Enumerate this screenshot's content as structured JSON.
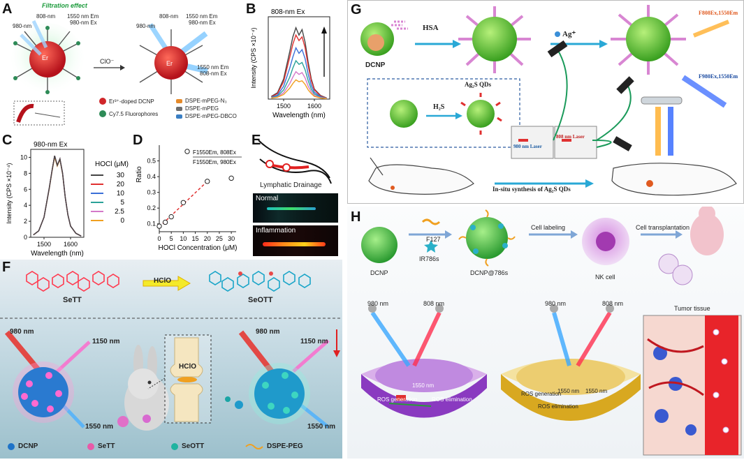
{
  "panelA": {
    "label": "A",
    "filtration": "Filtration effect",
    "wl808": "808-nm",
    "wl980": "980-nm",
    "em1550_ex980": [
      "1550 nm Em",
      "980-nm Ex"
    ],
    "em1550_ex808": [
      "1550 nm Em",
      "808-nm Ex"
    ],
    "reagent": "ClO⁻",
    "core": "Er",
    "legend": [
      {
        "label": "Er³⁺-doped DCNP",
        "color": "#d0262a"
      },
      {
        "label": "Cy7.5 Fluorophores",
        "color": "#2e8b57"
      },
      {
        "label": "DSPE-mPEG-N₃",
        "color": "#e58a2a"
      },
      {
        "label": "DSPE-mPEG",
        "color": "#6d6d6d"
      },
      {
        "label": "DSPE-mPEG-DBCO",
        "color": "#3a7fc4"
      }
    ]
  },
  "panelB": {
    "label": "B",
    "title": "808-nm Ex",
    "xlabel": "Wavelength (nm)",
    "ylabel": "Intensity (CPS ×10⁻⁴)",
    "xticks": [
      "1500",
      "1600"
    ]
  },
  "panelC": {
    "label": "C",
    "title": "980-nm Ex",
    "xlabel": "Wavelength (nm)",
    "ylabel": "Intensity (CPS ×10⁻⁴)",
    "legend_title": "HOCl (μM)",
    "xticks": [
      "1500",
      "1600"
    ],
    "yticks": [
      "0",
      "2",
      "4",
      "6",
      "8",
      "10"
    ]
  },
  "panelD": {
    "label": "D",
    "xlabel": "HOCl Concentration (μM)",
    "ylabel": "Ratio",
    "legend_num": "F1550Em, 808Ex",
    "legend_den": "F1550Em, 980Ex",
    "xticks": [
      "0",
      "5",
      "10",
      "15",
      "20",
      "25",
      "30"
    ],
    "yticks": [
      "0.1",
      "0.2",
      "0.3",
      "0.4",
      "0.5"
    ]
  },
  "panelE": {
    "label": "E",
    "caption": "Lymphatic Drainage",
    "normal": "Normal",
    "inflammation": "Inflammation"
  },
  "panelF": {
    "label": "F",
    "reagent": "HClO",
    "mol1": "SeTT",
    "mol2": "SeOTT",
    "wl980a": "980 nm",
    "wl1150a": "1150 nm",
    "wl1550a": "1550 nm",
    "wl980b": "980 nm",
    "wl1150b": "1150 nm",
    "wl1550b": "1550 nm",
    "joint": "HClO",
    "legend": [
      {
        "label": "DCNP",
        "color": "#1e73c8"
      },
      {
        "label": "SeTT",
        "color": "#e85aa8"
      },
      {
        "label": "SeOTT",
        "color": "#1fb3a0"
      },
      {
        "label": "DSPE-PEG",
        "color": "#f0a020"
      }
    ]
  },
  "panelG": {
    "label": "G",
    "dcnp": "DCNP",
    "hsa": "HSA",
    "ag": "Ag⁺",
    "h2s": "H₂S",
    "ag2s": "Ag₂S QDs",
    "laser980": "980 nm Laser",
    "laser808": "808 nm Laser",
    "insitu": "In-situ synthesis of Ag₂S QDs",
    "f808": "F808Ex,1550Em",
    "f980": "F980Ex,1550Em"
  },
  "panelH": {
    "label": "H",
    "dcnp": "DCNP",
    "f127": "F127",
    "ir786": "IR786s",
    "dcnp786": "DCNP@786s",
    "labeling": "Cell labeling",
    "nk": "NK cell",
    "transplant": "Cell transplantation",
    "tumor": "Tumor tissue",
    "wl980a": "980 nm",
    "wl808a": "808 nm",
    "wl980b": "980 nm",
    "wl808b": "808 nm",
    "em1550a": "1550 nm",
    "em1550b": "1550 nm",
    "em1550c": "1550 nm",
    "ros_gen_a": "ROS generation",
    "ros_elim_a": "ROS elimination",
    "ros_gen_b": "ROS generation",
    "ros_elim_b": "ROS elimination"
  },
  "chart_data": [
    {
      "type": "line",
      "panel": "B",
      "title": "808-nm Ex",
      "xlabel": "Wavelength (nm)",
      "ylabel": "Intensity (CPS ×10⁻⁴)",
      "xlim": [
        1450,
        1650
      ],
      "ylim": [
        0,
        4.5
      ],
      "x": [
        1460,
        1480,
        1500,
        1520,
        1530,
        1540,
        1550,
        1560,
        1570,
        1580,
        1590,
        1600,
        1620,
        1640
      ],
      "series": [
        {
          "color": "#f0a020",
          "values": [
            0.05,
            0.1,
            0.25,
            0.6,
            0.85,
            1.05,
            0.95,
            1.0,
            0.8,
            0.5,
            0.3,
            0.15,
            0.06,
            0.02
          ]
        },
        {
          "color": "#d478c8",
          "values": [
            0.06,
            0.12,
            0.35,
            0.85,
            1.2,
            1.5,
            1.35,
            1.45,
            1.15,
            0.7,
            0.4,
            0.2,
            0.08,
            0.03
          ]
        },
        {
          "color": "#2aa198",
          "values": [
            0.08,
            0.16,
            0.5,
            1.2,
            1.7,
            2.1,
            1.9,
            2.0,
            1.6,
            1.0,
            0.55,
            0.28,
            0.1,
            0.03
          ]
        },
        {
          "color": "#3a6fd8",
          "values": [
            0.1,
            0.22,
            0.7,
            1.7,
            2.3,
            2.8,
            2.5,
            2.7,
            2.2,
            1.35,
            0.75,
            0.38,
            0.13,
            0.04
          ]
        },
        {
          "color": "#e03030",
          "values": [
            0.12,
            0.3,
            0.95,
            2.3,
            3.0,
            3.5,
            3.2,
            3.4,
            2.8,
            1.8,
            1.0,
            0.5,
            0.17,
            0.05
          ]
        },
        {
          "color": "#444444",
          "values": [
            0.15,
            0.35,
            1.1,
            2.6,
            3.4,
            3.9,
            3.5,
            3.8,
            3.1,
            2.0,
            1.1,
            0.55,
            0.2,
            0.06
          ]
        }
      ]
    },
    {
      "type": "line",
      "panel": "C",
      "title": "980-nm Ex",
      "xlabel": "Wavelength (nm)",
      "ylabel": "Intensity (CPS ×10⁻⁴)",
      "xlim": [
        1450,
        1650
      ],
      "ylim": [
        0,
        11
      ],
      "x": [
        1460,
        1480,
        1500,
        1520,
        1530,
        1540,
        1550,
        1560,
        1570,
        1580,
        1590,
        1600,
        1620,
        1640
      ],
      "series": [
        {
          "name": "30",
          "color": "#444444",
          "values": [
            0.3,
            0.8,
            2.5,
            6.2,
            8.3,
            10.2,
            9.0,
            9.8,
            8.0,
            5.0,
            2.8,
            1.4,
            0.5,
            0.15
          ]
        },
        {
          "name": "20",
          "color": "#e03030",
          "values": [
            0.3,
            0.8,
            2.5,
            6.2,
            8.3,
            10.2,
            9.0,
            9.8,
            8.0,
            5.0,
            2.8,
            1.4,
            0.5,
            0.15
          ]
        },
        {
          "name": "10",
          "color": "#3a6fd8",
          "values": [
            0.3,
            0.8,
            2.5,
            6.2,
            8.3,
            10.2,
            9.0,
            9.8,
            8.0,
            5.0,
            2.8,
            1.4,
            0.5,
            0.15
          ]
        },
        {
          "name": "5",
          "color": "#2aa198",
          "values": [
            0.3,
            0.8,
            2.5,
            6.2,
            8.3,
            10.2,
            9.0,
            9.8,
            8.0,
            5.0,
            2.8,
            1.4,
            0.5,
            0.15
          ]
        },
        {
          "name": "2.5",
          "color": "#d478c8",
          "values": [
            0.3,
            0.8,
            2.5,
            6.2,
            8.3,
            10.2,
            9.0,
            9.8,
            8.0,
            5.0,
            2.8,
            1.4,
            0.5,
            0.15
          ]
        },
        {
          "name": "0",
          "color": "#f0a020",
          "values": [
            0.3,
            0.8,
            2.5,
            6.1,
            8.2,
            10.0,
            8.9,
            9.7,
            7.9,
            5.0,
            2.8,
            1.4,
            0.5,
            0.15
          ]
        }
      ]
    },
    {
      "type": "scatter",
      "panel": "D",
      "xlabel": "HOCl Concentration (μM)",
      "ylabel": "Ratio",
      "xlim": [
        0,
        32
      ],
      "ylim": [
        0.05,
        0.6
      ],
      "x": [
        0,
        2.5,
        5,
        10,
        20,
        30
      ],
      "values": [
        0.085,
        0.11,
        0.145,
        0.235,
        0.37,
        0.39
      ],
      "fit": {
        "x": [
          0,
          20
        ],
        "values": [
          0.08,
          0.37
        ],
        "color": "#e03030"
      }
    }
  ]
}
